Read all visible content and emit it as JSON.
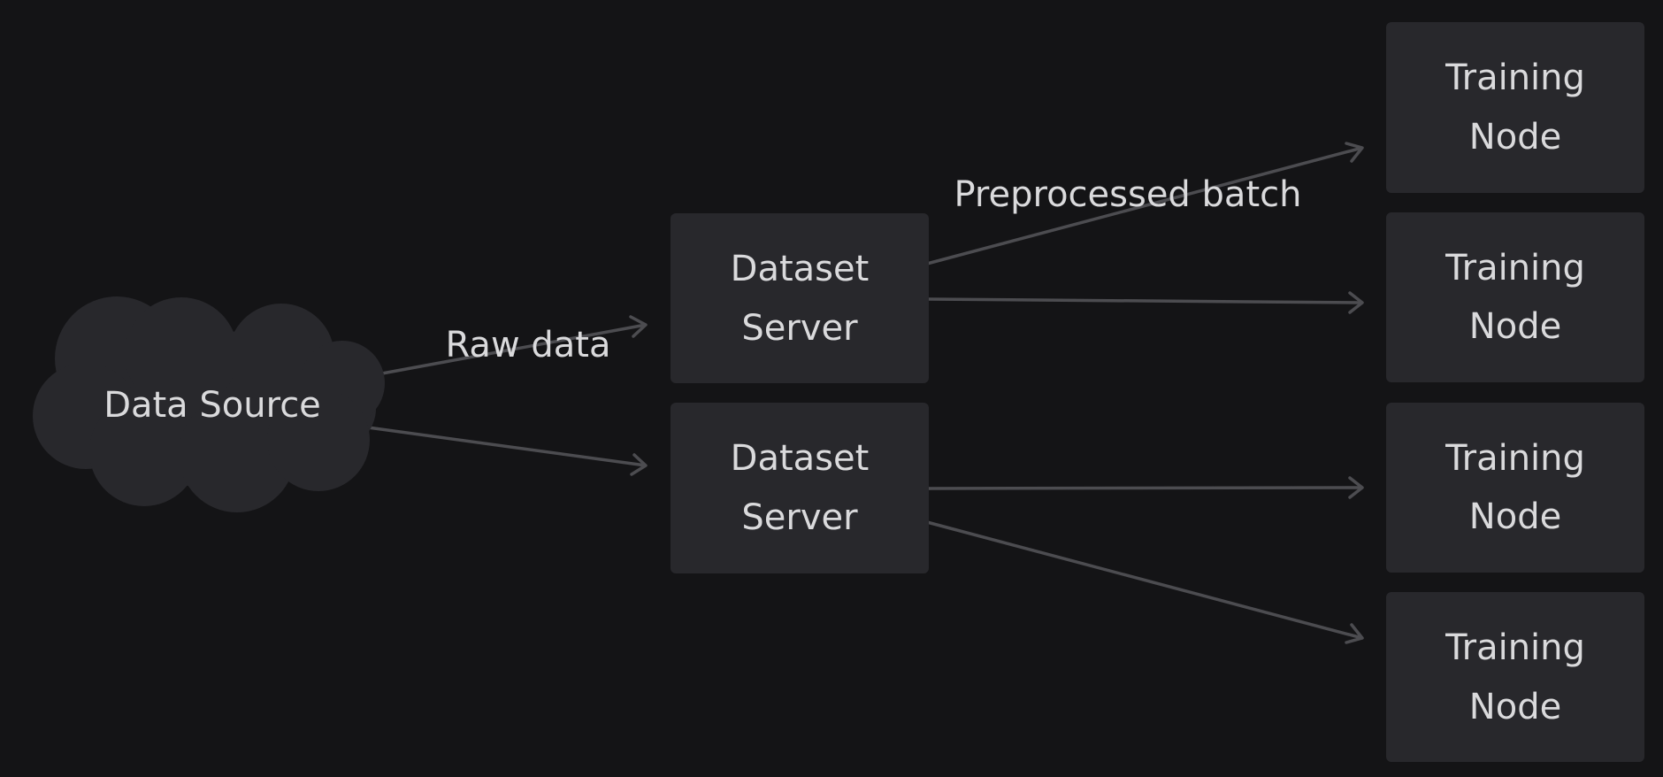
{
  "colors": {
    "background": "#141416",
    "node_fill": "#28282c",
    "edge": "#4c4c50",
    "text": "#dadadc"
  },
  "nodes": {
    "data_source": {
      "label": "Data Source",
      "shape": "cloud"
    },
    "dataset_servers": [
      {
        "lines": [
          "Dataset",
          "Server"
        ]
      },
      {
        "lines": [
          "Dataset",
          "Server"
        ]
      }
    ],
    "training_nodes": [
      {
        "lines": [
          "Training",
          "Node"
        ]
      },
      {
        "lines": [
          "Training",
          "Node"
        ]
      },
      {
        "lines": [
          "Training",
          "Node"
        ]
      },
      {
        "lines": [
          "Training",
          "Node"
        ]
      }
    ]
  },
  "edges": [
    {
      "from": "data_source",
      "to": "dataset_servers.0",
      "label": "Raw data"
    },
    {
      "from": "data_source",
      "to": "dataset_servers.1",
      "label": ""
    },
    {
      "from": "dataset_servers.0",
      "to": "training_nodes.0",
      "label": "Preprocessed batch"
    },
    {
      "from": "dataset_servers.0",
      "to": "training_nodes.1",
      "label": ""
    },
    {
      "from": "dataset_servers.1",
      "to": "training_nodes.2",
      "label": ""
    },
    {
      "from": "dataset_servers.1",
      "to": "training_nodes.3",
      "label": ""
    }
  ]
}
